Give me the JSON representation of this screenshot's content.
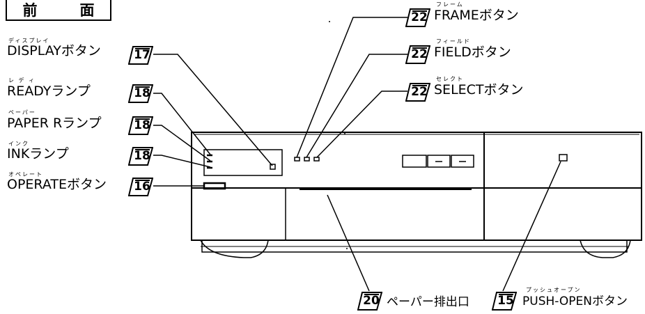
{
  "title": "前　面",
  "callouts": [
    {
      "id": "display",
      "ref": "17",
      "label": "DISPLAYボタン",
      "ruby": "ディスプレイ"
    },
    {
      "id": "ready",
      "ref": "18",
      "label": "READYランプ",
      "ruby": "レ デ ィ"
    },
    {
      "id": "paper",
      "ref": "18",
      "label": "PAPER Rランプ",
      "ruby": "ペーパー"
    },
    {
      "id": "ink",
      "ref": "18",
      "label": "INKランプ",
      "ruby": "インク"
    },
    {
      "id": "operate",
      "ref": "16",
      "label": "OPERATEボタン",
      "ruby": "オペレート"
    },
    {
      "id": "frame",
      "ref": "22",
      "label": "FRAMEボタン",
      "ruby": "フレーム"
    },
    {
      "id": "field",
      "ref": "22",
      "label": "FIELDボタン",
      "ruby": "フィールド"
    },
    {
      "id": "select",
      "ref": "22",
      "label": "SELECTボタン",
      "ruby": "セレクト"
    },
    {
      "id": "paper_out",
      "ref": "20",
      "label": "ペーパー排出口",
      "ruby": ""
    },
    {
      "id": "push_open",
      "ref": "15",
      "label": "PUSH-OPENボタン",
      "ruby": "プッシュオープン"
    }
  ]
}
